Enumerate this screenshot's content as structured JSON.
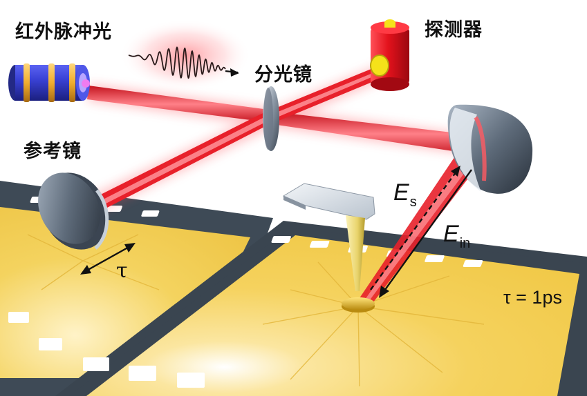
{
  "labels": {
    "ir_pulse": "红外脉冲光",
    "detector": "探测器",
    "beam_splitter": "分光镜",
    "reference_mirror": "参考镜",
    "e_scattered_main": "E",
    "e_scattered_sub": "s",
    "e_incident_main": "E",
    "e_incident_sub": "in",
    "tau_symbol": "τ",
    "tau_value": "τ = 1ps"
  },
  "colors": {
    "beam": "#e8202a",
    "laser_body": "#3c44d8",
    "laser_band": "#f2b233",
    "detector_body": "#e0141e",
    "detector_window": "#f5e21a",
    "surface": "#f7d562",
    "filmstrip": "#3e4a56",
    "tip": "#f2e38c"
  }
}
